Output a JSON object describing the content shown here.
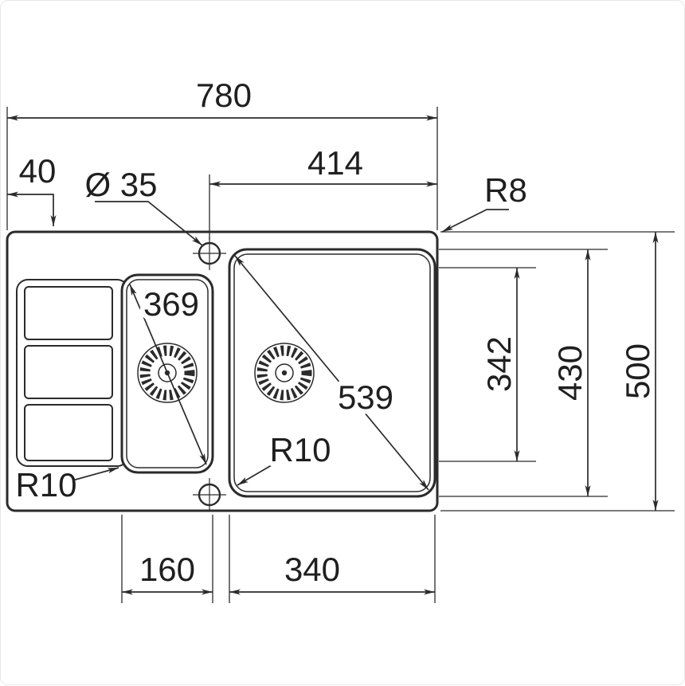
{
  "title": "Sink technical drawing (top view)",
  "dims": {
    "overall_width": "780",
    "right_section_width": "414",
    "left_offset": "40",
    "tap_hole_diameter": "Ø 35",
    "outer_corner_radius": "R8",
    "small_bowl_diagonal": "369",
    "large_bowl_diagonal": "539",
    "inner_height": "342",
    "bowl_height": "430",
    "overall_height": "500",
    "left_corner_radius": "R10",
    "bowl_corner_radius": "R10",
    "small_bowl_width": "160",
    "large_bowl_width": "340"
  },
  "colors": {
    "line": "#2b2b2b",
    "background": "#ffffff"
  }
}
